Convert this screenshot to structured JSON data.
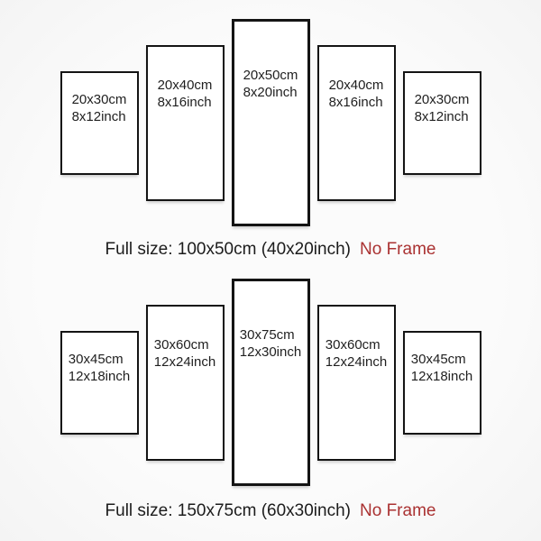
{
  "groups": [
    {
      "name": "top-size-set",
      "panels": [
        {
          "cm": "20x30cm",
          "inch": "8x12inch"
        },
        {
          "cm": "20x40cm",
          "inch": "8x16inch"
        },
        {
          "cm": "20x50cm",
          "inch": "8x20inch"
        },
        {
          "cm": "20x40cm",
          "inch": "8x16inch"
        },
        {
          "cm": "20x30cm",
          "inch": "8x12inch"
        }
      ],
      "caption": {
        "full_size": "Full size: 100x50cm (40x20inch)",
        "no_frame": "No Frame"
      }
    },
    {
      "name": "bottom-size-set",
      "panels": [
        {
          "cm": "30x45cm",
          "inch": "12x18inch"
        },
        {
          "cm": "30x60cm",
          "inch": "12x24inch"
        },
        {
          "cm": "30x75cm",
          "inch": "12x30inch"
        },
        {
          "cm": "30x60cm",
          "inch": "12x24inch"
        },
        {
          "cm": "30x45cm",
          "inch": "12x18inch"
        }
      ],
      "caption": {
        "full_size": "Full size: 150x75cm (60x30inch)",
        "no_frame": "No Frame"
      }
    }
  ],
  "colors": {
    "accent_red": "#aa3232",
    "text": "#1f1f1f",
    "panel_border": "#141414",
    "panel_fill": "#ffffff"
  }
}
